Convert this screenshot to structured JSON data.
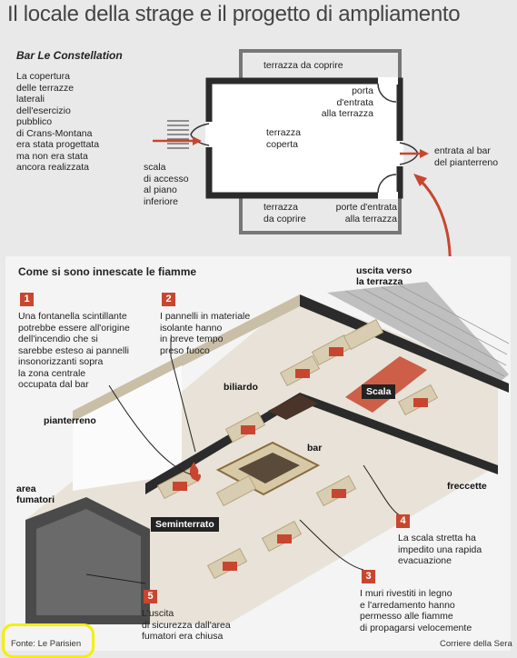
{
  "title": "Il locale della strage e il progetto di ampliamento",
  "plan": {
    "subtitle": "Bar Le Constellation",
    "description_lines": [
      "La copertura",
      "delle terrazze",
      "laterali",
      "dell'esercizio",
      "pubblico",
      "di Crans-Montana",
      "era stata progettata",
      "ma non era stata",
      "ancora realizzata"
    ],
    "labels": {
      "terrace_top": "terrazza da coprire",
      "door_top": [
        "porta",
        "d'entrata",
        "alla terrazza"
      ],
      "covered_terrace": [
        "terrazza",
        "coperta"
      ],
      "entrance": [
        "entrata al bar",
        "del pianterreno"
      ],
      "stairs": [
        "scala",
        "di accesso",
        "al piano",
        "inferiore"
      ],
      "terrace_bottom": [
        "terrazza",
        "da coprire"
      ],
      "doors_bottom": [
        "porte d'entrata",
        "alla terrazza"
      ]
    }
  },
  "diagram": {
    "heading": "Come si sono innescate le fiamme",
    "exit_terrace": [
      "uscita verso",
      "la terrazza"
    ],
    "callouts": [
      {
        "num": "1",
        "lines": [
          "Una fontanella scintillante",
          "potrebbe essere all'origine",
          "dell'incendio che si",
          "sarebbe esteso ai pannelli",
          "insonorizzanti sopra",
          "la zona centrale",
          "occupata dal bar"
        ]
      },
      {
        "num": "2",
        "lines": [
          "I pannelli in materiale",
          "isolante hanno",
          "in breve tempo",
          "preso fuoco"
        ]
      },
      {
        "num": "3",
        "lines": [
          "I muri rivestiti in legno",
          "e l'arredamento hanno",
          "permesso alle fiamme",
          "di propagarsi velocemente"
        ]
      },
      {
        "num": "4",
        "lines": [
          "La scala stretta ha",
          "impedito una rapida",
          "evacuazione"
        ]
      },
      {
        "num": "5",
        "lines": [
          "L'uscita",
          "di sicurezza dall'area",
          "fumatori era chiusa"
        ]
      }
    ],
    "tags": {
      "biliardo": "biliardo",
      "scala": "Scala",
      "bar": "bar",
      "pianterreno": "pianterreno",
      "freccette": "freccette",
      "area_fumatori": [
        "area",
        "fumatori"
      ],
      "seminterrato": "Seminterrato"
    }
  },
  "footer": {
    "source": "Fonte: Le Parisien",
    "credit": "Corriere della Sera"
  },
  "colors": {
    "accent_red": "#c8462f",
    "wall_dark": "#2b2b2b",
    "floor": "#e8e2d8",
    "wood": "#d8c9a6",
    "highlight_yellow": "#f4f000"
  }
}
